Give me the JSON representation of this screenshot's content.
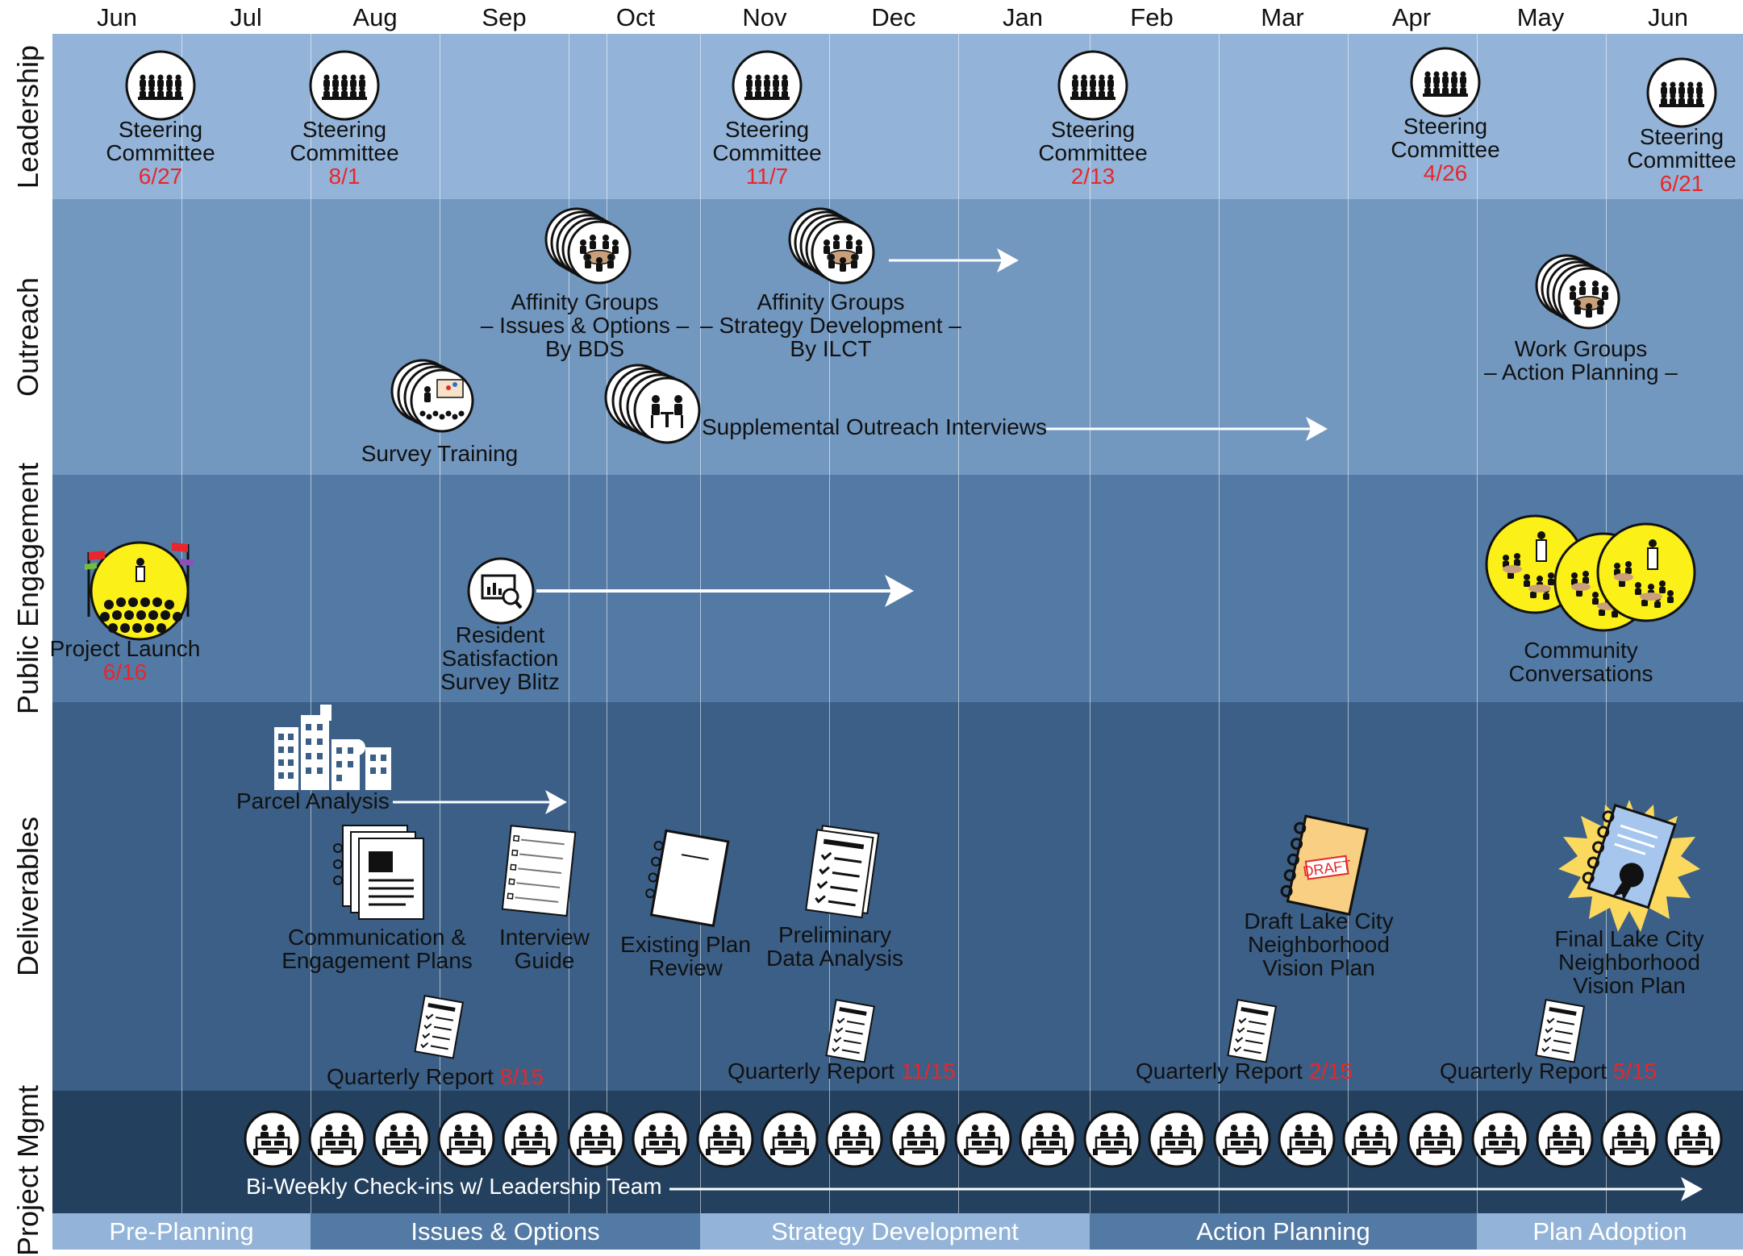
{
  "months": [
    "Jun",
    "Jul",
    "Aug",
    "Sep",
    "Oct",
    "Nov",
    "Dec",
    "Jan",
    "Feb",
    "Mar",
    "Apr",
    "May",
    "Jun"
  ],
  "rows": {
    "leadership": "Leadership",
    "outreach": "Outreach",
    "public": "Public Engagement",
    "deliverables": "Deliverables",
    "mgmt": "Project Mgmt"
  },
  "colors": {
    "leadership_band": "#93b4d8",
    "outreach_band": "#7398c0",
    "public_band": "#537aa4",
    "deliverables_band": "#3b5f86",
    "mgmt_band": "#23405f",
    "accent_red": "#e8262b",
    "launch_yellow": "#fbf017"
  },
  "leadership_events": [
    {
      "l1": "Steering",
      "l2": "Committee",
      "date": "6/27",
      "icon": "steering-committee-icon"
    },
    {
      "l1": "Steering",
      "l2": "Committee",
      "date": "8/1",
      "icon": "steering-committee-icon"
    },
    {
      "l1": "Steering",
      "l2": "Committee",
      "date": "11/7",
      "icon": "steering-committee-icon"
    },
    {
      "l1": "Steering",
      "l2": "Committee",
      "date": "2/13",
      "icon": "steering-committee-icon"
    },
    {
      "l1": "Steering",
      "l2": "Committee",
      "date": "4/26",
      "icon": "steering-committee-icon"
    },
    {
      "l1": "Steering",
      "l2": "Committee",
      "date": "6/21",
      "icon": "steering-committee-icon"
    }
  ],
  "outreach": {
    "affinity1": {
      "l1": "Affinity Groups",
      "l2": "– Issues & Options –",
      "l3": "By BDS"
    },
    "affinity2": {
      "l1": "Affinity Groups",
      "l2": "– Strategy Development –",
      "l3": "By ILCT"
    },
    "work_groups": {
      "l1": "Work Groups",
      "l2": "– Action Planning  –"
    },
    "survey_training": "Survey Training",
    "interviews": "Supplemental Outreach Interviews"
  },
  "public": {
    "launch": {
      "label": "Project Launch",
      "date": "6/16"
    },
    "survey": {
      "l1": "Resident",
      "l2": "Satisfaction",
      "l3": "Survey Blitz"
    },
    "community": {
      "l1": "Community",
      "l2": "Conversations"
    }
  },
  "deliverables": {
    "parcel": "Parcel Analysis",
    "comm": {
      "l1": "Communication &",
      "l2": "Engagement Plans"
    },
    "interview": {
      "l1": "Interview",
      "l2": "Guide"
    },
    "existing": {
      "l1": "Existing Plan",
      "l2": "Review"
    },
    "prelim": {
      "l1": "Preliminary",
      "l2": "Data Analysis"
    },
    "draft": {
      "l1": "Draft Lake City",
      "l2": "Neighborhood",
      "l3": "Vision Plan",
      "stamp": "DRAFT"
    },
    "final": {
      "l1": "Final Lake City",
      "l2": "Neighborhood",
      "l3": "Vision Plan"
    },
    "quarterly": [
      {
        "label": "Quarterly Report",
        "date": "8/15"
      },
      {
        "label": "Quarterly Report",
        "date": "11/15"
      },
      {
        "label": "Quarterly Report",
        "date": "2/15"
      },
      {
        "label": "Quarterly Report",
        "date": "5/15"
      }
    ]
  },
  "mgmt": {
    "checkins": "Bi-Weekly Check-ins w/ Leadership Team",
    "meeting_count": 23
  },
  "phases": [
    {
      "label": "Pre-Planning",
      "color": "#93b4d8"
    },
    {
      "label": "Issues & Options",
      "color": "#537aa4"
    },
    {
      "label": "Strategy Development",
      "color": "#93b4d8"
    },
    {
      "label": "Action Planning",
      "color": "#537aa4"
    },
    {
      "label": "Plan Adoption",
      "color": "#93b4d8"
    }
  ]
}
